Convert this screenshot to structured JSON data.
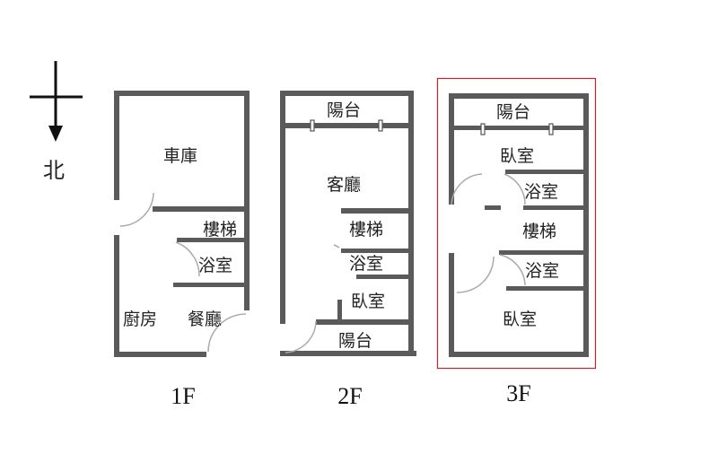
{
  "compass": {
    "label": "北"
  },
  "floors": [
    {
      "label": "1F",
      "rooms": [
        "車庫",
        "樓梯",
        "浴室",
        "廚房",
        "餐廳"
      ]
    },
    {
      "label": "2F",
      "rooms": [
        "陽台",
        "客廳",
        "樓梯",
        "浴室",
        "臥室",
        "陽台"
      ]
    },
    {
      "label": "3F",
      "rooms": [
        "陽台",
        "臥室",
        "浴室",
        "樓梯",
        "浴室",
        "臥室"
      ],
      "highlighted": true
    }
  ],
  "colors": {
    "wall": "#5a5a5a",
    "highlight": "#c0272d"
  }
}
